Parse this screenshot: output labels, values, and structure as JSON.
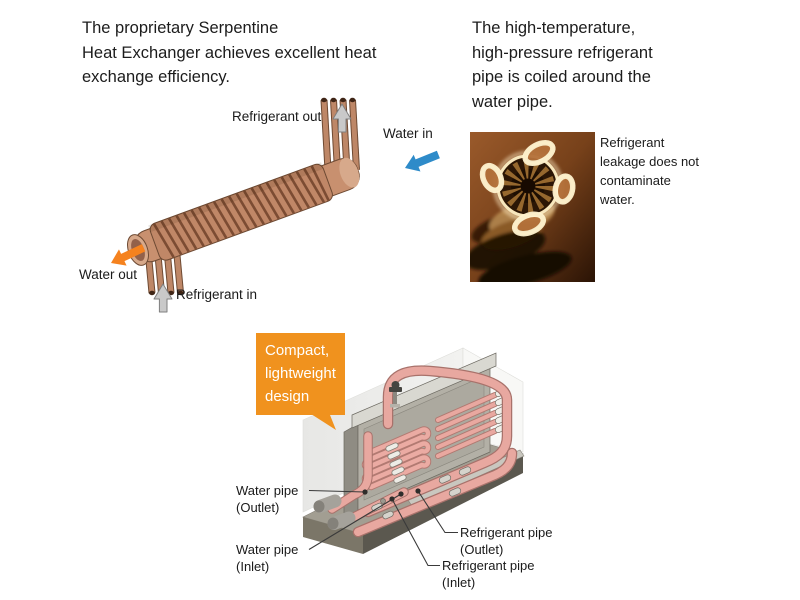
{
  "colors": {
    "callout_orange": "#F0921E",
    "water_in_blue": "#2E8BC9",
    "water_out_orange": "#F5821F",
    "refrigerant_arrow_gray": "#C9C9C9",
    "copper_pipe": "#C08767",
    "refrigerant_pipe_pink": "#E9A8A0"
  },
  "sections": {
    "exchanger": {
      "heading": "The proprietary Serpentine\nHeat Exchanger achieves excellent heat\nexchange efficiency.",
      "labels": {
        "refrigerant_out": "Refrigerant out",
        "water_in": "Water in",
        "water_out": "Water out",
        "refrigerant_in": "Refrigerant in"
      }
    },
    "crosssection": {
      "heading": "The high-temperature,\nhigh-pressure refrigerant\npipe is coiled around the\nwater pipe.",
      "note": "Refrigerant\nleakage does not\ncontaminate\nwater."
    },
    "unit": {
      "callout": "Compact,\nlightweight\ndesign",
      "labels": {
        "water_outlet": "Water pipe\n(Outlet)",
        "water_inlet": "Water pipe\n(Inlet)",
        "refrigerant_outlet": "Refrigerant pipe\n(Outlet)",
        "refrigerant_inlet": "Refrigerant pipe\n(Inlet)"
      }
    }
  }
}
